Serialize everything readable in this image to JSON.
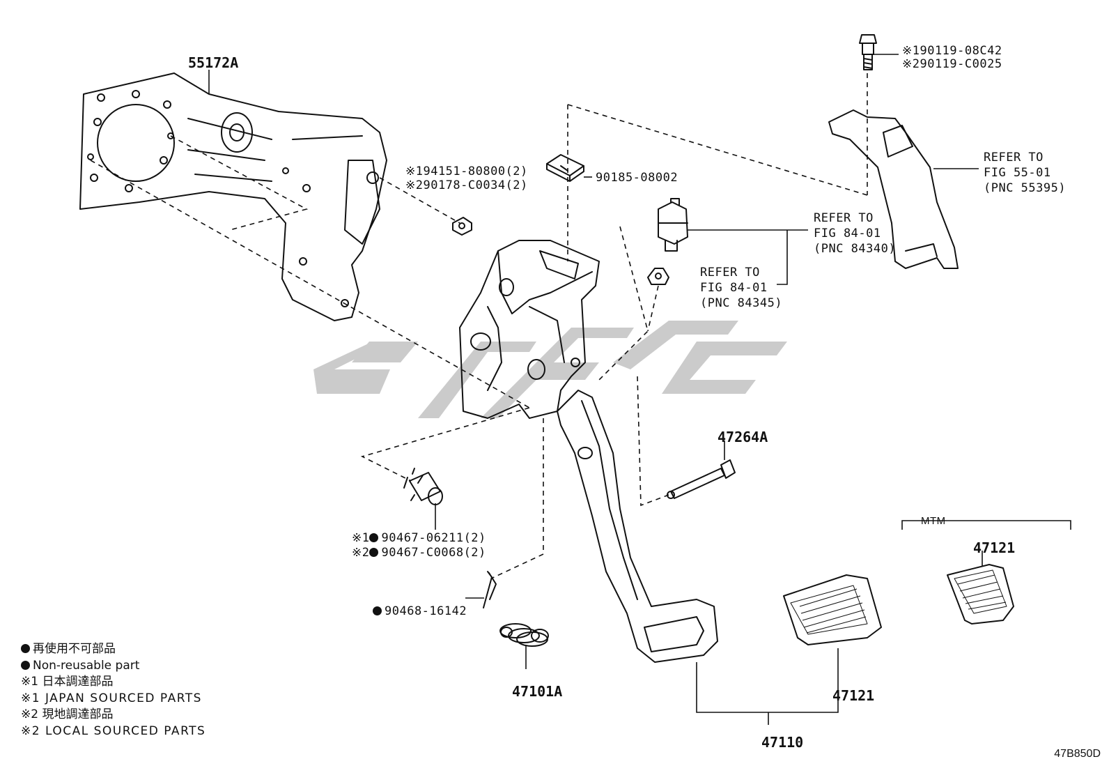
{
  "parts": {
    "bracket": "55172A",
    "bracket_fastener_1": "※194151-80800(2)",
    "bracket_fastener_2": "※290178-C0034(2)",
    "clip": "90185-08002",
    "bolt_1": "※190119-08C42",
    "bolt_2": "※290119-C0025",
    "refer_55": [
      "REFER TO",
      "FIG 55-01",
      "(PNC 55395)"
    ],
    "refer_84340": [
      "REFER TO",
      "FIG 84-01",
      "(PNC 84340)"
    ],
    "refer_84345": [
      "REFER TO",
      "FIG 84-01",
      "(PNC 84345)"
    ],
    "pin": "47264A",
    "bushing_1_prefix": "※1",
    "bushing_1": "90467-06211(2)",
    "bushing_2_prefix": "※2",
    "bushing_2": "90467-C0068(2)",
    "retainer": "90468-16142",
    "spring": "47101A",
    "pedal_pad": "47121",
    "pedal_pad_mtm": "47121",
    "pedal_assy": "47110",
    "mtm_label": "MTM"
  },
  "legend": {
    "line1": "再使用不可部品",
    "line2": "Non-reusable part",
    "line3": "※1 日本調達部品",
    "line4": "※1 JAPAN SOURCED PARTS",
    "line5": "※2 現地調達部品",
    "line6": "※2 LOCAL SOURCED PARTS"
  },
  "figure_code": "47B850D",
  "colors": {
    "ink": "#111111",
    "watermark": "#c8c8c8"
  }
}
